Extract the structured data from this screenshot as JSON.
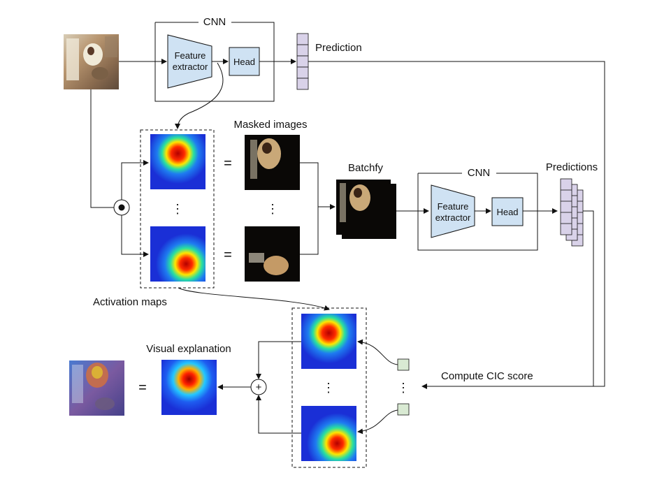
{
  "cnn_top": {
    "title": "CNN",
    "feature_extractor_line1": "Feature",
    "feature_extractor_line2": "extractor",
    "head": "Head"
  },
  "prediction_label": "Prediction",
  "masked_images_label": "Masked images",
  "batchfy_label": "Batchfy",
  "cnn_mid": {
    "title": "CNN",
    "feature_extractor_line1": "Feature",
    "feature_extractor_line2": "extractor",
    "head": "Head"
  },
  "predictions_label": "Predictions",
  "activation_maps_label": "Activation maps",
  "visual_explanation_label": "Visual explanation",
  "compute_cic_label": "Compute CIC score",
  "symbols": {
    "equals": "=",
    "vdots": "⋮",
    "plus": "+"
  },
  "colors": {
    "vector_fill": "#d9d2e9",
    "head_fill": "#cfe2f3",
    "score_fill": "#d9ead3",
    "heat_low": "#1a2fd6",
    "heat_high": "#d61414"
  }
}
